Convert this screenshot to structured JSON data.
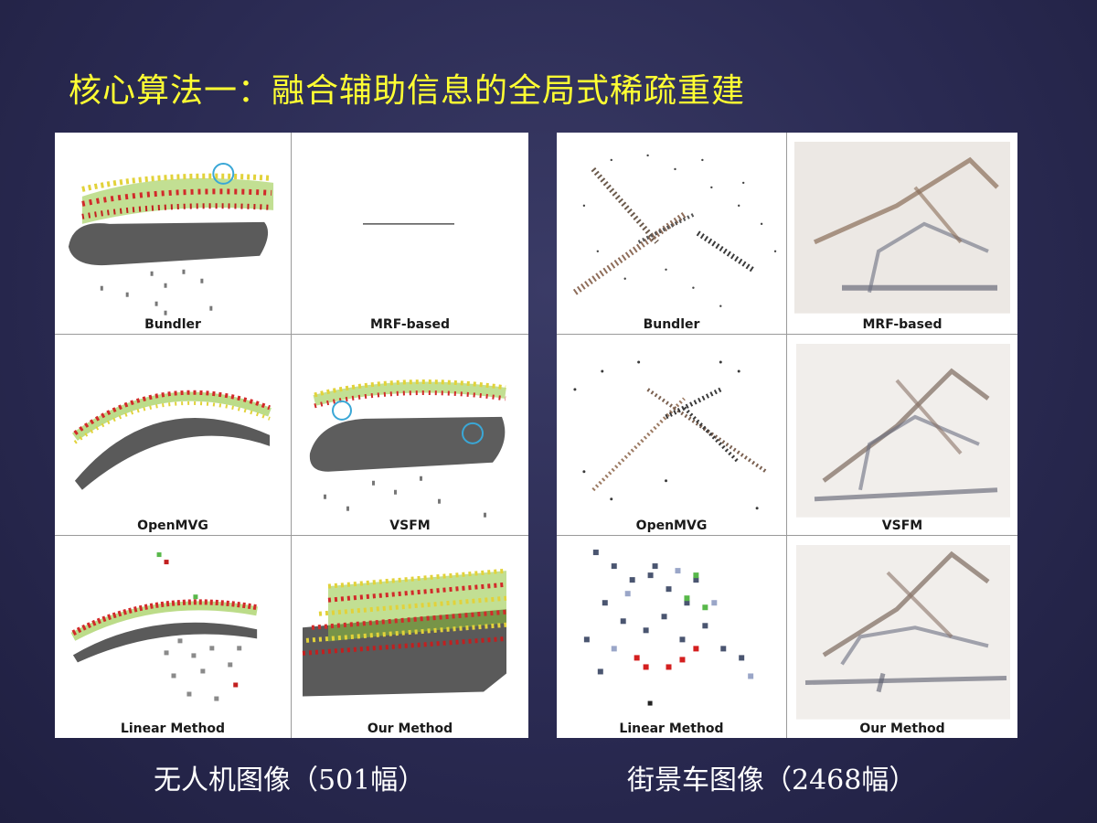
{
  "slide": {
    "title": "核心算法一：融合辅助信息的全局式稀疏重建",
    "colors": {
      "title": "#ffff33",
      "caption": "#ffffff",
      "background": "#2a2a52"
    }
  },
  "panels": [
    {
      "id": "uav",
      "caption": "无人机图像（501幅）",
      "cells": [
        {
          "label": "Bundler"
        },
        {
          "label": "MRF-based"
        },
        {
          "label": "OpenMVG"
        },
        {
          "label": "VSFM"
        },
        {
          "label": "Linear Method"
        },
        {
          "label": "Our Method"
        }
      ]
    },
    {
      "id": "street",
      "caption": "街景车图像（2468幅）",
      "cells": [
        {
          "label": "Bundler"
        },
        {
          "label": "MRF-based"
        },
        {
          "label": "OpenMVG"
        },
        {
          "label": "VSFM"
        },
        {
          "label": "Linear Method"
        },
        {
          "label": "Our Method"
        }
      ]
    }
  ]
}
